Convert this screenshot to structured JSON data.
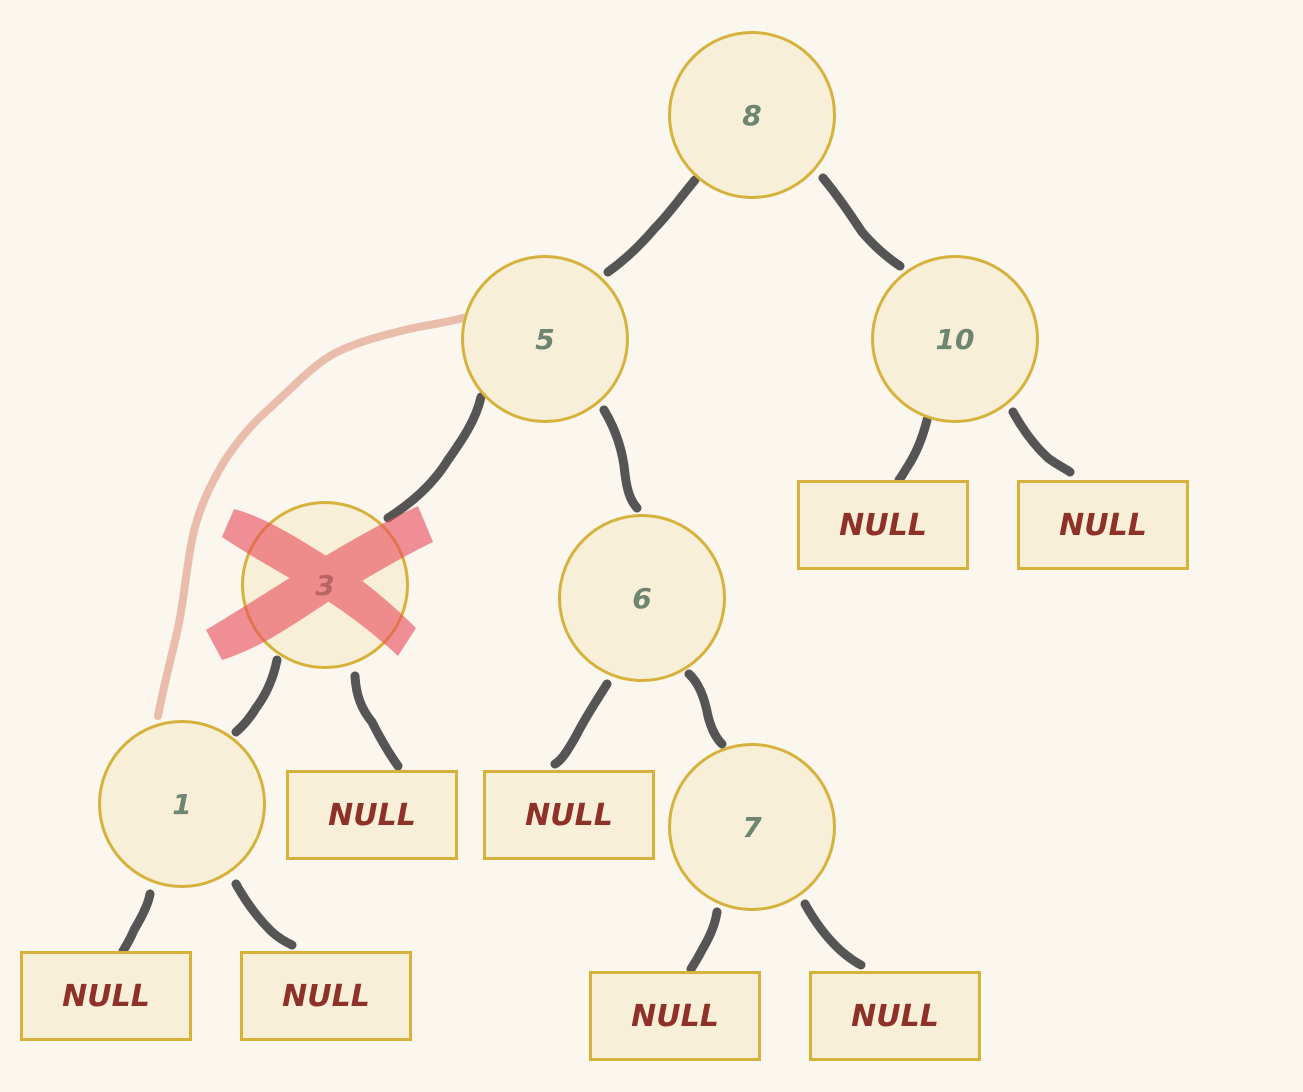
{
  "nodes": {
    "n8": "8",
    "n5": "5",
    "n10": "10",
    "n3": "3",
    "n6": "6",
    "n1": "1",
    "n7": "7"
  },
  "null_label": "NULL",
  "colors": {
    "background": "#fbf6ee",
    "node_fill": "#f8efd8",
    "node_border": "#d6b13c",
    "value_text": "#6e8572",
    "null_text": "#8e3128",
    "edge": "#555555",
    "cross_mark": "#e8505f",
    "reconnect_line": "#e8b8a8"
  }
}
